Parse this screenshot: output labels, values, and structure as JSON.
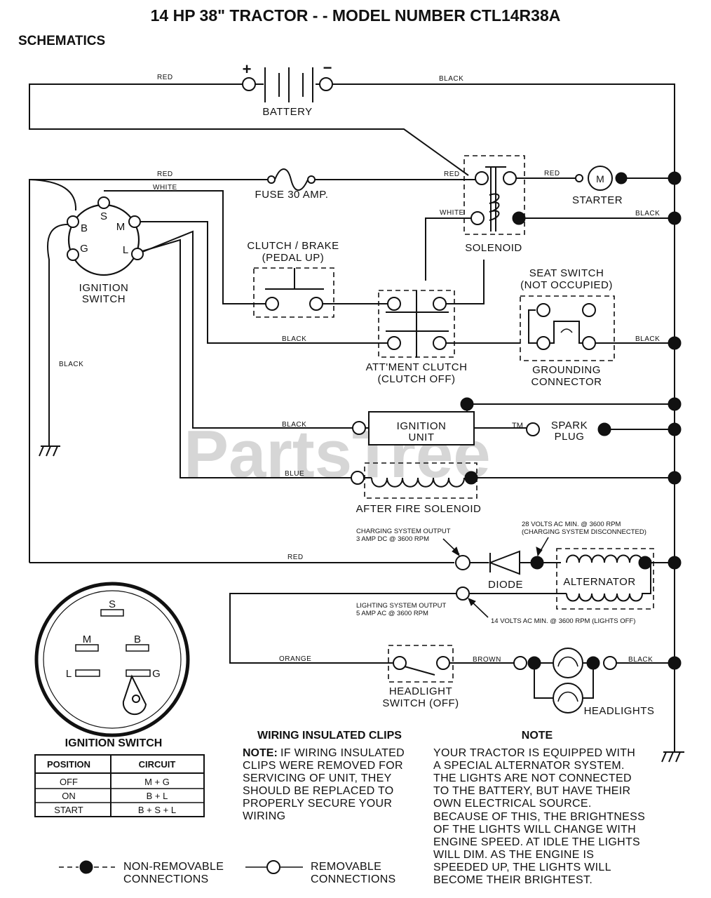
{
  "title": "14 HP 38\" TRACTOR - - MODEL NUMBER CTL14R38A",
  "subtitle": "SCHEMATICS",
  "watermark": "PartsTree",
  "watermark_tm": "TM",
  "components": {
    "battery": "BATTERY",
    "battery_plus": "+",
    "battery_minus": "−",
    "fuse": "FUSE 30 AMP.",
    "solenoid": "SOLENOID",
    "starter": "STARTER",
    "starter_m": "M",
    "ignition_switch_l1": "IGNITION",
    "ignition_switch_l2": "SWITCH",
    "ign_s": "S",
    "ign_b": "B",
    "ign_m": "M",
    "ign_g": "G",
    "ign_l": "L",
    "clutch_brake_l1": "CLUTCH / BRAKE",
    "clutch_brake_l2": "(PEDAL UP)",
    "seat_switch_l1": "SEAT SWITCH",
    "seat_switch_l2": "(NOT OCCUPIED)",
    "attachment_clutch_l1": "ATT'MENT CLUTCH",
    "attachment_clutch_l2": "(CLUTCH OFF)",
    "grounding_l1": "GROUNDING",
    "grounding_l2": "CONNECTOR",
    "ignition_unit_l1": "IGNITION",
    "ignition_unit_l2": "UNIT",
    "spark_plug_l1": "SPARK",
    "spark_plug_l2": "PLUG",
    "after_fire": "AFTER FIRE SOLENOID",
    "diode": "DIODE",
    "alternator": "ALTERNATOR",
    "headlight_switch_l1": "HEADLIGHT",
    "headlight_switch_l2": "SWITCH (OFF)",
    "headlights": "HEADLIGHTS"
  },
  "wire_labels": {
    "red_top": "RED",
    "black_top": "BLACK",
    "red_fuse": "RED",
    "white_ign": "WHITE",
    "red_sol_in": "RED",
    "red_sol_out": "RED",
    "white_sol": "WHITE",
    "black_sol": "BLACK",
    "black_left": "BLACK",
    "black_mid": "BLACK",
    "black_seat": "BLACK",
    "black_ign_unit": "BLACK",
    "blue": "BLUE",
    "red_charge": "RED",
    "orange": "ORANGE",
    "brown": "BROWN",
    "black_head": "BLACK"
  },
  "annotations": {
    "charging_output_l1": "CHARGING SYSTEM OUTPUT",
    "charging_output_l2": "3 AMP DC @ 3600 RPM",
    "volts28_l1": "28 VOLTS AC MIN. @ 3600 RPM",
    "volts28_l2": "(CHARGING SYSTEM DISCONNECTED)",
    "lighting_output_l1": "LIGHTING SYSTEM OUTPUT",
    "lighting_output_l2": "5 AMP AC @ 3600 RPM",
    "volts14": "14 VOLTS AC MIN. @ 3600 RPM (LIGHTS OFF)"
  },
  "ignition_face": {
    "s": "S",
    "m": "M",
    "b": "B",
    "l": "L",
    "g": "G"
  },
  "ignition_table": {
    "title": "IGNITION SWITCH",
    "headers": [
      "POSITION",
      "CIRCUIT"
    ],
    "rows": [
      [
        "OFF",
        "M + G"
      ],
      [
        "ON",
        "B + L"
      ],
      [
        "START",
        "B + S + L"
      ]
    ]
  },
  "clips_note": {
    "heading": "WIRING INSULATED CLIPS",
    "lead": "NOTE:",
    "lines": [
      "IF WIRING INSULATED",
      "CLIPS WERE REMOVED FOR",
      "SERVICING OF UNIT, THEY",
      "SHOULD BE REPLACED TO",
      "PROPERLY SECURE YOUR",
      "WIRING"
    ]
  },
  "note": {
    "heading": "NOTE",
    "lines": [
      "YOUR TRACTOR IS EQUIPPED WITH",
      "A SPECIAL ALTERNATOR SYSTEM.",
      "THE LIGHTS ARE NOT CONNECTED",
      "TO  THE BATTERY, BUT HAVE THEIR",
      "OWN ELECTRICAL SOURCE.",
      "BECAUSE OF THIS, THE BRIGHTNESS",
      "OF THE LIGHTS WILL CHANGE WITH",
      "ENGINE SPEED.  AT IDLE THE LIGHTS",
      "WILL DIM.  AS THE ENGINE IS",
      "SPEEDED UP, THE LIGHTS WILL",
      "BECOME THEIR BRIGHTEST."
    ]
  },
  "legend": {
    "non_removable_l1": "NON-REMOVABLE",
    "non_removable_l2": "CONNECTIONS",
    "removable_l1": "REMOVABLE",
    "removable_l2": "CONNECTIONS"
  }
}
